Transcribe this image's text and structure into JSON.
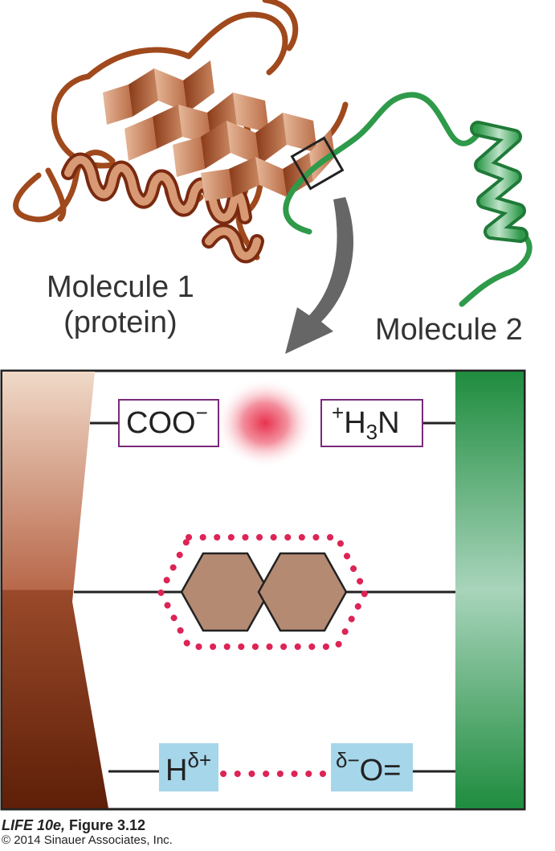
{
  "labels": {
    "molecule1_line1": "Molecule 1",
    "molecule1_line2": "(protein)",
    "molecule2": "Molecule 2"
  },
  "interactions": {
    "ionic": {
      "left_group": "COO",
      "left_charge": "−",
      "right_charge": "+",
      "right_group_h": "H",
      "right_group_sub": "3",
      "right_group_n": "N"
    },
    "hydrogen_bond": {
      "donor": "H",
      "donor_charge": "δ+",
      "acceptor_charge": "δ−",
      "acceptor": "O="
    }
  },
  "caption": {
    "book": "LIFE 10e,",
    "figure": " Figure 3.12",
    "copyright": "© 2014 Sinauer Associates, Inc."
  },
  "colors": {
    "protein_brown": "#a0552a",
    "protein_light": "#d9a07c",
    "molecule2_green": "#2e9a4a",
    "green_panel": "#1f8c3e",
    "ionic_glow": "#e8334f",
    "dot_pink": "#dc2455",
    "hexagon": "#b58a72",
    "hb_box": "#a6d6ea",
    "arrow_gray": "#666666"
  }
}
